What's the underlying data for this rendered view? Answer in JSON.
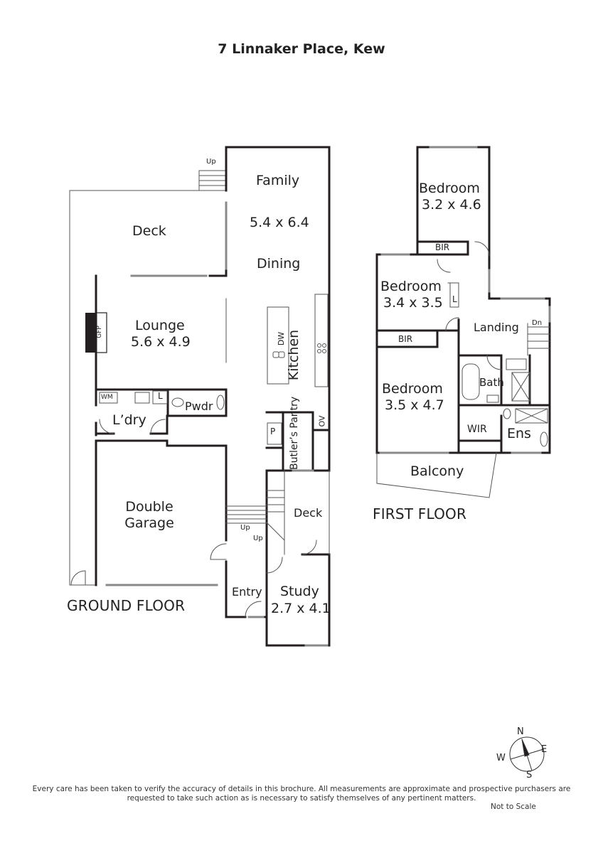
{
  "title": "7 Linnaker Place, Kew",
  "floors": {
    "ground": "GROUND FLOOR",
    "first": "FIRST FLOOR"
  },
  "ground_rooms": {
    "family": "Family",
    "family_dims": "5.4 x 6.4",
    "dining": "Dining",
    "deck_rear": "Deck",
    "lounge": "Lounge",
    "lounge_dims": "5.6 x 4.9",
    "kitchen": "Kitchen",
    "gfp": "GFP",
    "dw": "DW",
    "wm": "WM",
    "l_laundry": "L",
    "pwdr": "Pwdr",
    "laundry": "L’dry",
    "pantry_p": "P",
    "butlers_pantry": "Butler’s Pantry",
    "ov": "OV",
    "garage": "Double Garage",
    "deck_side": "Deck",
    "up_top": "Up",
    "up_stairs_1": "Up",
    "up_stairs_2": "Up",
    "entry": "Entry",
    "study": "Study",
    "study_dims": "2.7 x 4.1"
  },
  "first_rooms": {
    "bed1": "Bedroom",
    "bed1_dims": "3.2 x 4.6",
    "bir1": "BIR",
    "bed2": "Bedroom",
    "bed2_dims": "3.4 x 3.5",
    "l_linen": "L",
    "bir2": "BIR",
    "landing": "Landing",
    "dn": "Dn",
    "bath": "Bath",
    "bed3": "Bedroom",
    "bed3_dims": "3.5 x 4.7",
    "wir": "WIR",
    "ens": "Ens",
    "balcony": "Balcony"
  },
  "compass": {
    "n": "N",
    "e": "E",
    "s": "S",
    "w": "W"
  },
  "disclaimer": "Every care has been taken to verify the accuracy of details in this brochure. All measurements are approximate and prospective purchasers are requested to take such action as is necessary to satisfy themselves of any pertinent matters.",
  "not_to_scale": "Not to Scale",
  "colors": {
    "wall": "#231f20",
    "thin_line": "#555555",
    "window": "#8a8a8a"
  }
}
